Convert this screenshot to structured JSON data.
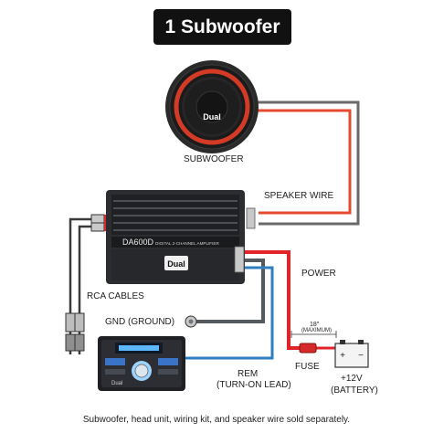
{
  "title": "1 Subwoofer",
  "labels": {
    "subwoofer": "SUBWOOFER",
    "speaker_wire": "SPEAKER WIRE",
    "power": "POWER",
    "rca_cables": "RCA CABLES",
    "gnd": "GND (GROUND)",
    "length": "18\"",
    "maximum": "(MAXIMUM)",
    "fuse": "FUSE",
    "battery_voltage": "+12V",
    "battery": "(BATTERY)",
    "rem": "REM",
    "turn_on_lead": "(TURN-ON LEAD)",
    "sub_brand": "Dual",
    "amp_brand": "Dual",
    "amp_model": "DA600D",
    "amp_desc": "DIGITAL 2-CHANNEL AMPLIFIER",
    "headunit_brand": "Dual",
    "battery_plus": "+",
    "battery_minus": "−"
  },
  "footnote": "Subwoofer, head unit, wiring kit, and speaker wire sold separately.",
  "colors": {
    "power_wire": "#e0242a",
    "ground_wire": "#555a5e",
    "rem_wire": "#2f7fc0",
    "speaker_wire_pos": "#e64a2e",
    "speaker_wire_neg": "#6a6a6a",
    "amp_body": "#2b2d30"
  }
}
